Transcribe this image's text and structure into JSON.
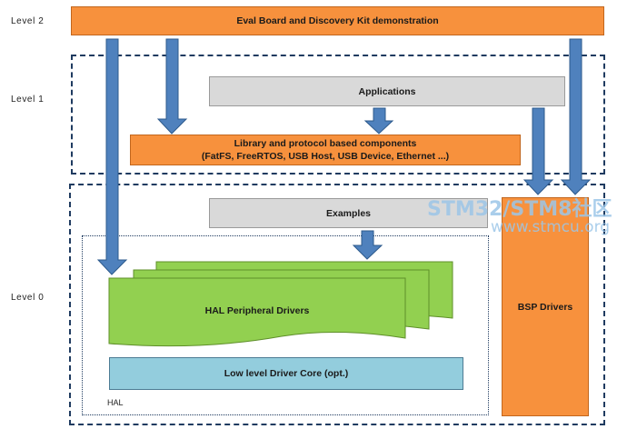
{
  "levels": {
    "level2": "Level 2",
    "level1": "Level 1",
    "level0": "Level 0"
  },
  "boxes": {
    "eval_board": "Eval Board and Discovery Kit demonstration",
    "applications": "Applications",
    "library_line1": "Library and protocol based components",
    "library_line2": "(FatFS, FreeRTOS, USB Host, USB Device, Ethernet ...)",
    "examples": "Examples",
    "hal_peripheral": "HAL Peripheral Drivers",
    "low_level": "Low level Driver Core (opt.)",
    "hal_label": "HAL",
    "bsp": "BSP Drivers"
  },
  "watermark": {
    "line1": "STM32/STM8社区",
    "line2": "www.stmcu.org"
  },
  "colors": {
    "orange": "#f7913d",
    "grey": "#d9d9d9",
    "green": "#92d050",
    "light_blue": "#93cddd",
    "arrow_blue": "#4f81bd",
    "dash_border": "#1f3b60"
  }
}
